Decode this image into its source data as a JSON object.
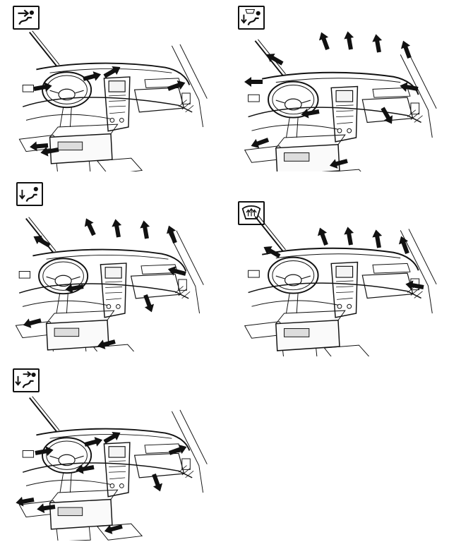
{
  "figure": {
    "panels": [
      {
        "id": "face",
        "mode_icon": "face-vent-icon",
        "airflow": [
          "dashboard-face-vents"
        ]
      },
      {
        "id": "bi-level",
        "mode_icon": "bi-level-icon",
        "airflow": [
          "windshield",
          "dashboard-side-vents",
          "floor",
          "rear-floor"
        ]
      },
      {
        "id": "floor",
        "mode_icon": "floor-icon",
        "airflow": [
          "windshield",
          "dashboard-side-vents",
          "floor",
          "rear-floor"
        ]
      },
      {
        "id": "defrost",
        "mode_icon": "windshield-defrost-icon",
        "airflow": [
          "windshield",
          "side-windows"
        ]
      },
      {
        "id": "face-floor",
        "mode_icon": "face-and-floor-icon",
        "airflow": [
          "dashboard-face-vents",
          "floor",
          "rear-floor"
        ]
      }
    ],
    "colors": {
      "line": "#111111",
      "background": "#ffffff",
      "arrow": "#111111"
    }
  }
}
